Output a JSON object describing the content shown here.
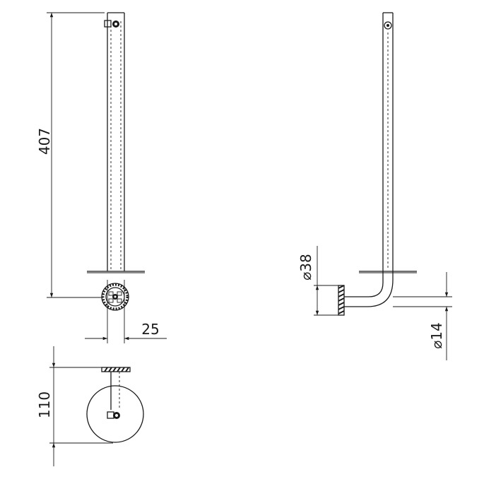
{
  "dimensions": {
    "height": "407",
    "tube_width": "25",
    "depth": "110",
    "flange_diameter": "38",
    "tube_diameter": "14",
    "diameter_symbol": "⌀"
  },
  "colors": {
    "line": "#1a1a1a",
    "background": "#ffffff"
  }
}
